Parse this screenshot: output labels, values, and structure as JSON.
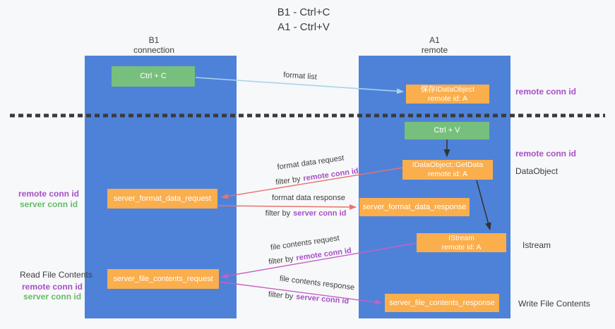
{
  "title": {
    "line1": "B1 - Ctrl+C",
    "line2": "A1 - Ctrl+V"
  },
  "lanes": {
    "left": {
      "name": "B1",
      "role": "connection"
    },
    "right": {
      "name": "A1",
      "role": "remote"
    }
  },
  "nodes": {
    "ctrl_c": {
      "label": "Ctrl + C"
    },
    "ctrl_v": {
      "label": "Ctrl + V"
    },
    "save_dataobject": {
      "line1": "保存IDataObject",
      "line2": "remote id: A"
    },
    "getdata": {
      "line1": "IDataObject::GetData",
      "line2": "remote id: A"
    },
    "istream": {
      "line1": "IStream",
      "line2": "remote id: A"
    },
    "format_request": {
      "label": "server_format_data_request"
    },
    "format_response": {
      "label": "server_format_data_response"
    },
    "file_request": {
      "label": "server_file_contents_request"
    },
    "file_response": {
      "label": "server_file_contents_response"
    }
  },
  "arrow_labels": {
    "format_list": "format list",
    "format_data_request": "format data request",
    "format_data_response": "format data response",
    "file_contents_request": "file contents request",
    "file_contents_response": "file contents response",
    "filter_by": "filter by",
    "remote_conn_id": "remote conn id",
    "server_conn_id": "server conn id"
  },
  "side_labels": {
    "right_remote_conn_id_1": "remote conn id",
    "right_remote_conn_id_2": "remote conn id",
    "dataobject": "DataObject",
    "istream": "Istream",
    "write_file_contents": "Write File Contents",
    "left_remote_conn_id_1": "remote conn id",
    "left_server_conn_id_1": "server conn id",
    "read_file_contents": "Read File Contents",
    "left_remote_conn_id_2": "remote conn id",
    "left_server_conn_id_2": "server conn id"
  },
  "colors": {
    "lane_blue": "#4e82d9",
    "box_orange": "#fbae4c",
    "box_green": "#77bf7d",
    "arrow_salmon": "#e8736f",
    "arrow_magenta": "#c65fc6",
    "arrow_lightblue": "#a9d3ef",
    "arrow_black": "#333333",
    "dashed_line": "#3b3b3b",
    "text_purple": "#a74fc6",
    "text_green": "#66bb6a"
  }
}
